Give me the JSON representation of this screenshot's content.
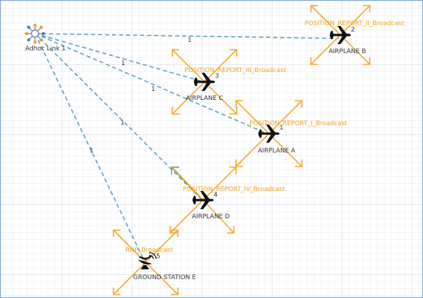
{
  "colors": {
    "grid_major": "#c9cdd2",
    "grid_minor": "#e6e8eb",
    "frame": "#6f9fd0",
    "link": "#4a98c0",
    "arrow": "#f5a623",
    "label": "#333333",
    "route_label": "#f0a020",
    "route_leg": "#7d8b4a"
  },
  "hub": {
    "label": "Adhoc Link 1"
  },
  "nodes": [
    {
      "id": "airplane-a",
      "label": "AIRPLANE A",
      "number": "1",
      "route": "POSITION_REPORT_I_Broadcast"
    },
    {
      "id": "airplane-b",
      "label": "AIRPLANE B",
      "number": "2",
      "route": "POSITION_REPORT_II_Broadcast"
    },
    {
      "id": "airplane-c",
      "label": "AIRPLANE C",
      "number": "3",
      "route": "POSITION_REPORT_III_Broadcast"
    },
    {
      "id": "airplane-d",
      "label": "AIRPLANE D",
      "number": "4",
      "route": "POSITION_REPORT_IV_Broadcast"
    },
    {
      "id": "ground-station-e",
      "label": "GROUND STATION E",
      "number": "5",
      "route": "RNP_Broadcast"
    }
  ],
  "links": [
    {
      "to": "airplane-b",
      "label": "1"
    },
    {
      "to": "airplane-c",
      "label": "1"
    },
    {
      "to": "airplane-a",
      "label": "1"
    },
    {
      "to": "airplane-d",
      "label": "1"
    },
    {
      "to": "ground-station-e",
      "label": "1"
    }
  ]
}
